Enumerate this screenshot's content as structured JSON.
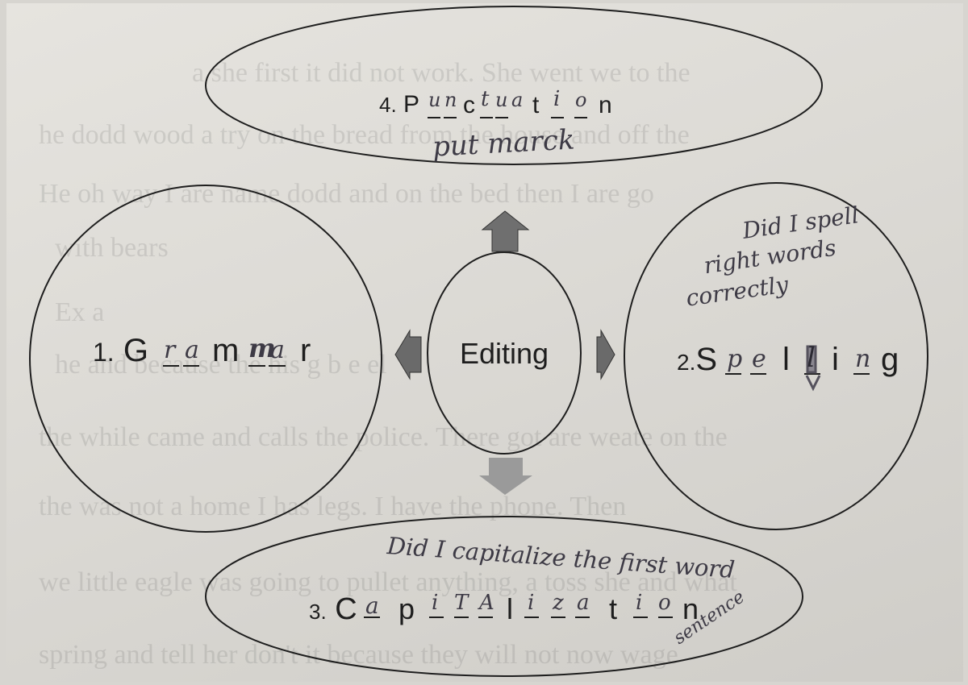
{
  "center": {
    "label": "Editing"
  },
  "grammar": {
    "number": "1.",
    "letters": [
      "G",
      "r",
      "a",
      "m",
      "m",
      "a",
      "r"
    ]
  },
  "spelling": {
    "number": "2.",
    "letters": [
      "S",
      "p",
      "e",
      "l",
      "l",
      "i",
      "n",
      "g"
    ],
    "note": [
      "Did I spell",
      "right words",
      "correctly"
    ]
  },
  "capitalization": {
    "number": "3.",
    "letters": [
      "C",
      "a",
      "p",
      "i",
      "T",
      "A",
      "l",
      "i",
      "z",
      "a",
      "t",
      "i",
      "o",
      "n"
    ],
    "note": "Did I capitalize the first word",
    "note_curl": "sentence"
  },
  "punctuation": {
    "number": "4.",
    "letters": [
      "P",
      "u",
      "n",
      "c",
      "t",
      "u",
      "a",
      "t",
      "i",
      "o",
      "n"
    ],
    "note": "put marck"
  },
  "bleed_through": [
    "a        she first it did not work. She went we to the",
    "he dodd wood a try on the bread from the house and off the",
    "He oh way I are name dodd and on the bed then I are go",
    "with bears",
    "Ex a",
    "he      and because the      his g    b e    el",
    "the while came and calls the police. There got are weate on the",
    "the      was not a home I has legs. I have    the phone. Then",
    "we little eagle was going to pullet anything, a toss she and what",
    "spring and tell her don't it because they will not now wage"
  ],
  "colors": {
    "paper": "#dedcd7",
    "ink": "#1e1e1e",
    "pencil": "#3d3a45",
    "arrow": "#7a7a7a"
  }
}
